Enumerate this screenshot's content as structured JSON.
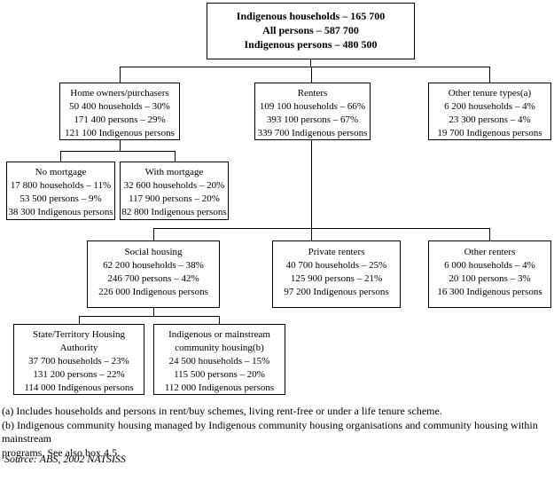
{
  "nodes": {
    "root": {
      "lines": [
        "Indigenous households – 165 700",
        "All persons – 587 700",
        "Indigenous persons – 480 500"
      ]
    },
    "home_owners": {
      "lines": [
        "Home owners/purchasers",
        "50 400 households – 30%",
        "171 400 persons – 29%",
        "121 100 Indigenous persons"
      ]
    },
    "renters": {
      "lines": [
        "Renters",
        "109 100 households – 66%",
        "393 100 persons – 67%",
        "339 700 Indigenous persons"
      ]
    },
    "other_tenure": {
      "lines": [
        "Other tenure types(a)",
        "6 200 households – 4%",
        "23 300 persons – 4%",
        "19 700 Indigenous persons"
      ]
    },
    "no_mortgage": {
      "lines": [
        "No mortgage",
        "17 800 households – 11%",
        "53 500 persons – 9%",
        "38 300 Indigenous persons"
      ]
    },
    "with_mortgage": {
      "lines": [
        "With mortgage",
        "32 600 households – 20%",
        "117 900 persons – 20%",
        "82 800 Indigenous persons"
      ]
    },
    "social_housing": {
      "lines": [
        "Social housing",
        "62 200 households – 38%",
        "246 700 persons – 42%",
        "226 000 Indigenous persons"
      ]
    },
    "private_renters": {
      "lines": [
        "Private renters",
        "40 700 households – 25%",
        "125 900 persons – 21%",
        "97 200 Indigenous persons"
      ]
    },
    "other_renters": {
      "lines": [
        "Other renters",
        "6 000 households – 4%",
        "20 100 persons – 3%",
        "16 300 Indigenous persons"
      ]
    },
    "state_territory": {
      "lines": [
        "State/Territory Housing",
        "Authority",
        "37 700 households – 23%",
        "131 200 persons – 22%",
        "114 000 Indigenous persons"
      ]
    },
    "community_housing": {
      "lines": [
        "Indigenous or mainstream",
        "community housing(b)",
        "24 500 households – 15%",
        "115 500 persons – 20%",
        "112 000 Indigenous persons"
      ]
    }
  },
  "footnotes": {
    "a": "(a) Includes households and persons in rent/buy schemes, living rent-free or under a life tenure scheme.",
    "b_line1": "(b) Indigenous community housing managed by Indigenous community housing organisations and community housing within mainstream",
    "b_line2": "programs. See also box 4.5."
  },
  "source": "Source:  ABS, 2002 NATSISS"
}
